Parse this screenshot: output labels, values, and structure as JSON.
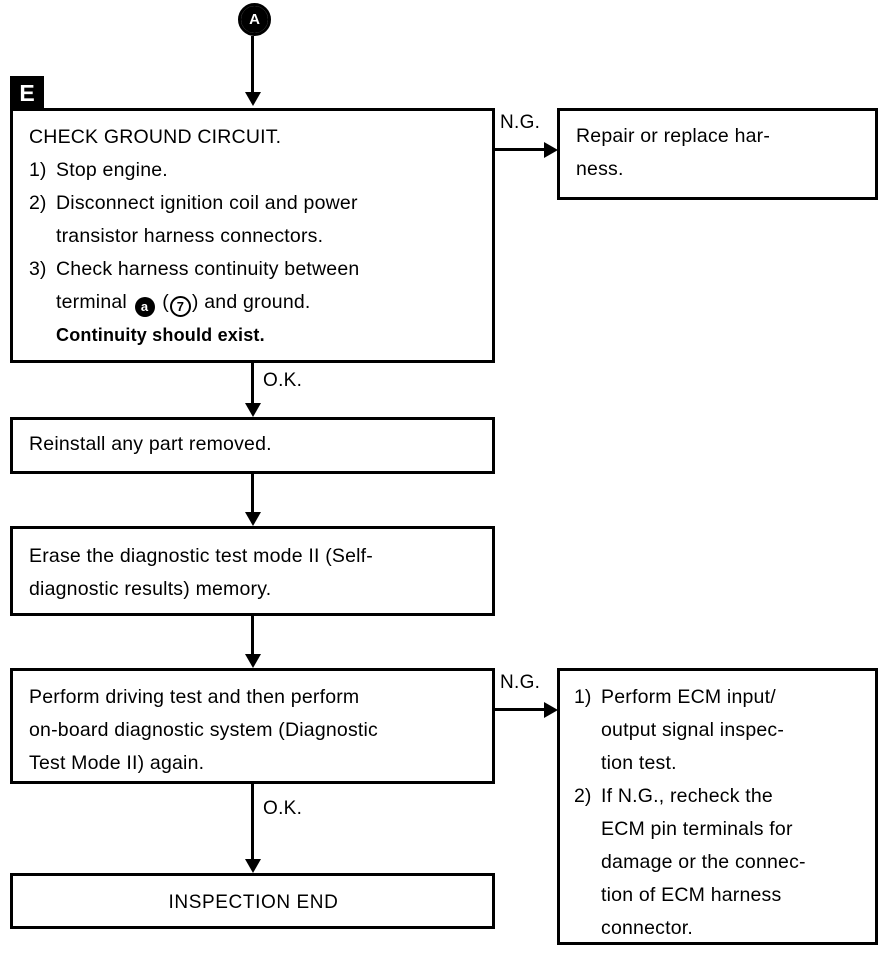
{
  "diagram": {
    "title": "Ground circuit diagnostic flowchart",
    "ink_color": "#000000",
    "paper_color": "#ffffff"
  },
  "entry_connector": {
    "label": "A",
    "name": "connector-a"
  },
  "step_badge": {
    "label": "E"
  },
  "edge_labels": {
    "ng_top": "N.G.",
    "ok_top": "O.K.",
    "ng_bottom": "N.G.",
    "ok_bottom": "O.K."
  },
  "boxes": {
    "check_ground": {
      "heading": "CHECK GROUND CIRCUIT.",
      "steps": [
        {
          "num": "1)",
          "lines": [
            "Stop engine."
          ]
        },
        {
          "num": "2)",
          "lines": [
            "Disconnect ignition coil and power",
            "transistor harness connectors."
          ]
        },
        {
          "num": "3)",
          "lines": [
            "Check harness continuity between"
          ]
        }
      ],
      "terminal_line": {
        "prefix": "terminal",
        "terminal_filled": "a",
        "open_paren": "(",
        "terminal_open": "7",
        "close_paren": ")",
        "suffix": "and ground."
      },
      "emphasis": "Continuity should exist."
    },
    "repair_harness": {
      "lines": [
        "Repair or replace har-",
        "ness."
      ]
    },
    "reinstall": {
      "lines": [
        "Reinstall any part removed."
      ]
    },
    "erase_memory": {
      "lines": [
        "Erase the diagnostic test mode II (Self-",
        "diagnostic results) memory."
      ]
    },
    "driving_test": {
      "lines": [
        "Perform driving test and then perform",
        "on-board diagnostic system (Diagnostic",
        "Test Mode II) again."
      ]
    },
    "ecm_actions": {
      "steps": [
        {
          "num": "1)",
          "lines": [
            "Perform ECM input/",
            "output signal inspec-",
            "tion test."
          ]
        },
        {
          "num": "2)",
          "lines": [
            "If N.G., recheck the",
            "ECM pin terminals for",
            "damage or the connec-",
            "tion of ECM harness",
            "connector."
          ]
        }
      ]
    },
    "inspection_end": {
      "label": "INSPECTION END"
    }
  }
}
